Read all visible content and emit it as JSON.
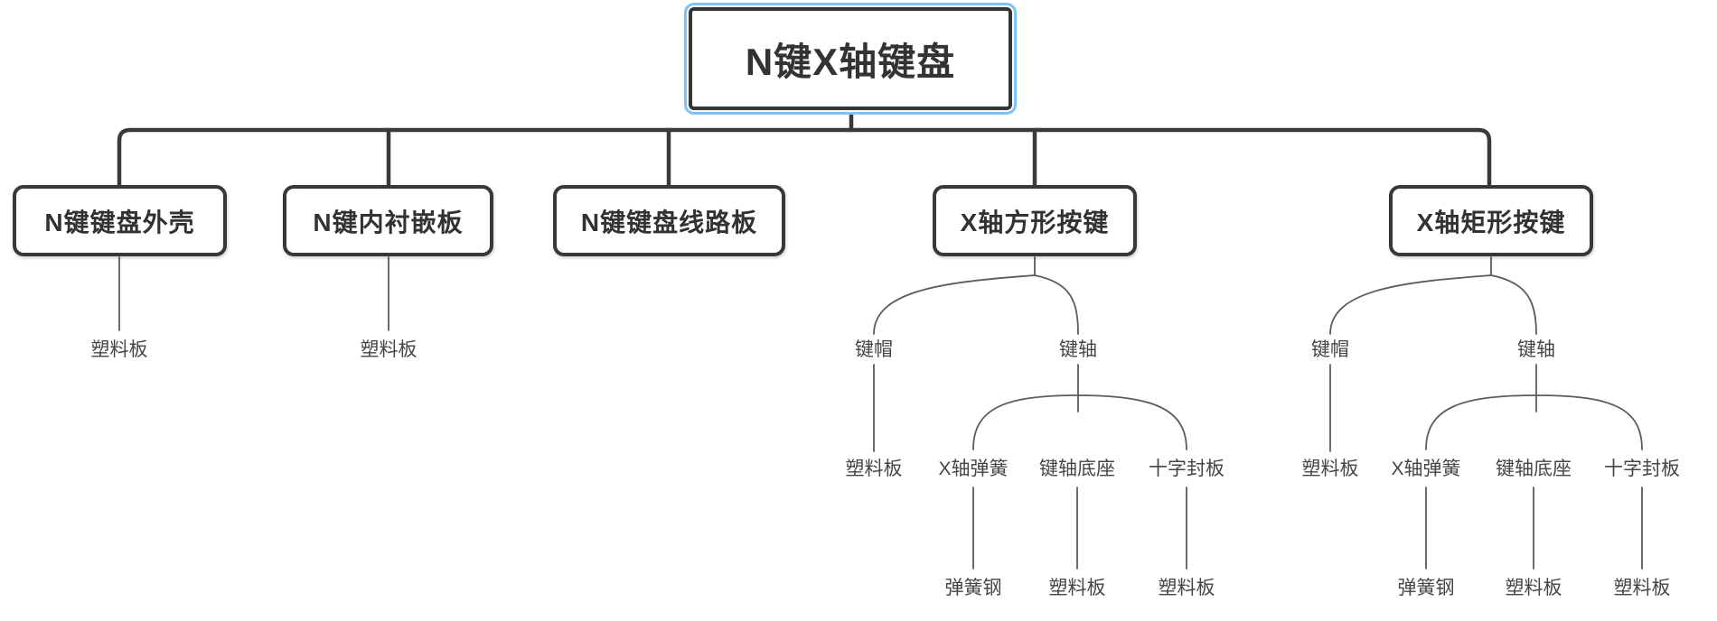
{
  "diagram_title": "N键X轴键盘",
  "colors": {
    "selection_blue": "#7ec3f7",
    "node_border": "#383838",
    "bus_line": "#3a3a3a",
    "thin_line": "#5c5c5c",
    "node_text": "#323232",
    "leaf_text": "#454545",
    "background": "#ffffff"
  },
  "tree": {
    "root": {
      "label": "N键X轴键盘",
      "selected": true
    },
    "branches": [
      {
        "label": "N键键盘外壳",
        "children": [
          {
            "label": "塑料板"
          }
        ]
      },
      {
        "label": "N键内衬嵌板",
        "children": [
          {
            "label": "塑料板"
          }
        ]
      },
      {
        "label": "N键键盘线路板",
        "children": []
      },
      {
        "label": "X轴方形按键",
        "children": [
          {
            "label": "键帽",
            "children": [
              {
                "label": "塑料板"
              }
            ]
          },
          {
            "label": "键轴",
            "children": [
              {
                "label": "X轴弹簧",
                "children": [
                  {
                    "label": "弹簧钢"
                  }
                ]
              },
              {
                "label": "键轴底座",
                "children": [
                  {
                    "label": "塑料板"
                  }
                ]
              },
              {
                "label": "十字封板",
                "children": [
                  {
                    "label": "塑料板"
                  }
                ]
              }
            ]
          }
        ]
      },
      {
        "label": "X轴矩形按键",
        "children": [
          {
            "label": "键帽",
            "children": [
              {
                "label": "塑料板"
              }
            ]
          },
          {
            "label": "键轴",
            "children": [
              {
                "label": "X轴弹簧",
                "children": [
                  {
                    "label": "弹簧钢"
                  }
                ]
              },
              {
                "label": "键轴底座",
                "children": [
                  {
                    "label": "塑料板"
                  }
                ]
              },
              {
                "label": "十字封板",
                "children": [
                  {
                    "label": "塑料板"
                  }
                ]
              }
            ]
          }
        ]
      }
    ]
  }
}
